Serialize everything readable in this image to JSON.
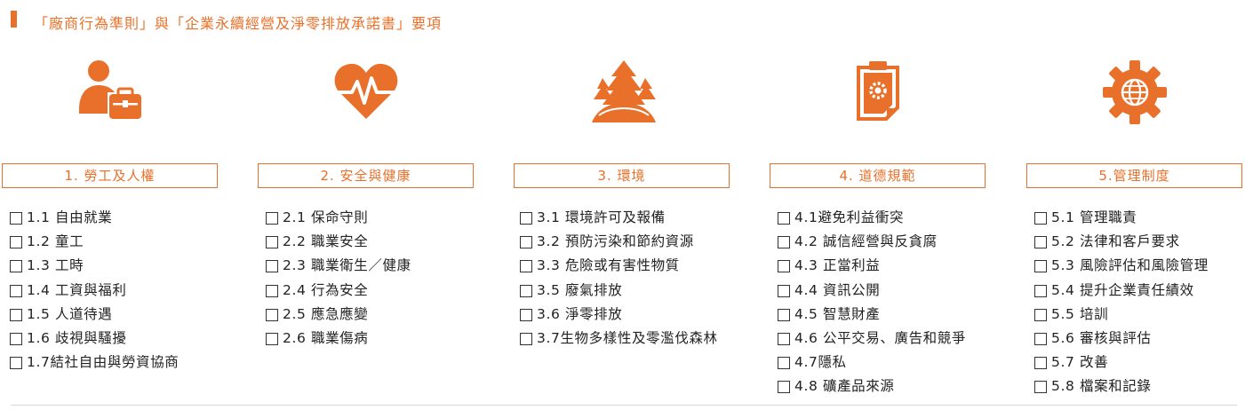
{
  "header": {
    "title": "「廠商行為準則」與「企業永續經營及淨零排放承諾書」要項"
  },
  "theme": {
    "accent": "#e8702a"
  },
  "columns": [
    {
      "icon": "person-briefcase-icon",
      "category": "1. 勞工及人權",
      "items": [
        "1.1 自由就業",
        "1.2 童工",
        "1.3 工時",
        "1.4 工資與福利",
        "1.5 人道待遇",
        "1.6 歧視與騷擾",
        "1.7結社自由與勞資協商"
      ]
    },
    {
      "icon": "heart-pulse-icon",
      "category": "2. 安全與健康",
      "items": [
        "2.1 保命守則",
        "2.2 職業安全",
        "2.3 職業衛生／健康",
        "2.4 行為安全",
        "2.5 應急應變",
        "2.6 職業傷病"
      ]
    },
    {
      "icon": "trees-icon",
      "category": "3. 環境",
      "items": [
        "3.1 環境許可及報備",
        "3.2 預防污染和節約資源",
        "3.3 危險或有害性物質",
        "3.5 廢氣排放",
        "3.6 淨零排放",
        "3.7生物多樣性及零濫伐森林"
      ]
    },
    {
      "icon": "clipboard-gear-icon",
      "category": "4. 道德規範",
      "items": [
        "4.1避免利益衝突",
        "4.2 誠信經營與反貪腐",
        "4.3 正當利益",
        "4.4 資訊公開",
        "4.5 智慧財產",
        "4.6 公平交易、廣告和競爭",
        "4.7隱私",
        "4.8 礦產品來源"
      ]
    },
    {
      "icon": "gear-globe-icon",
      "category": "5.管理制度",
      "items": [
        "5.1 管理職責",
        "5.2 法律和客戶要求",
        "5.3 風險評估和風險管理",
        "5.4 提升企業責任績效",
        "5.5 培訓",
        "5.6 審核與評估",
        "5.7 改善",
        "5.8 檔案和記錄"
      ]
    }
  ]
}
